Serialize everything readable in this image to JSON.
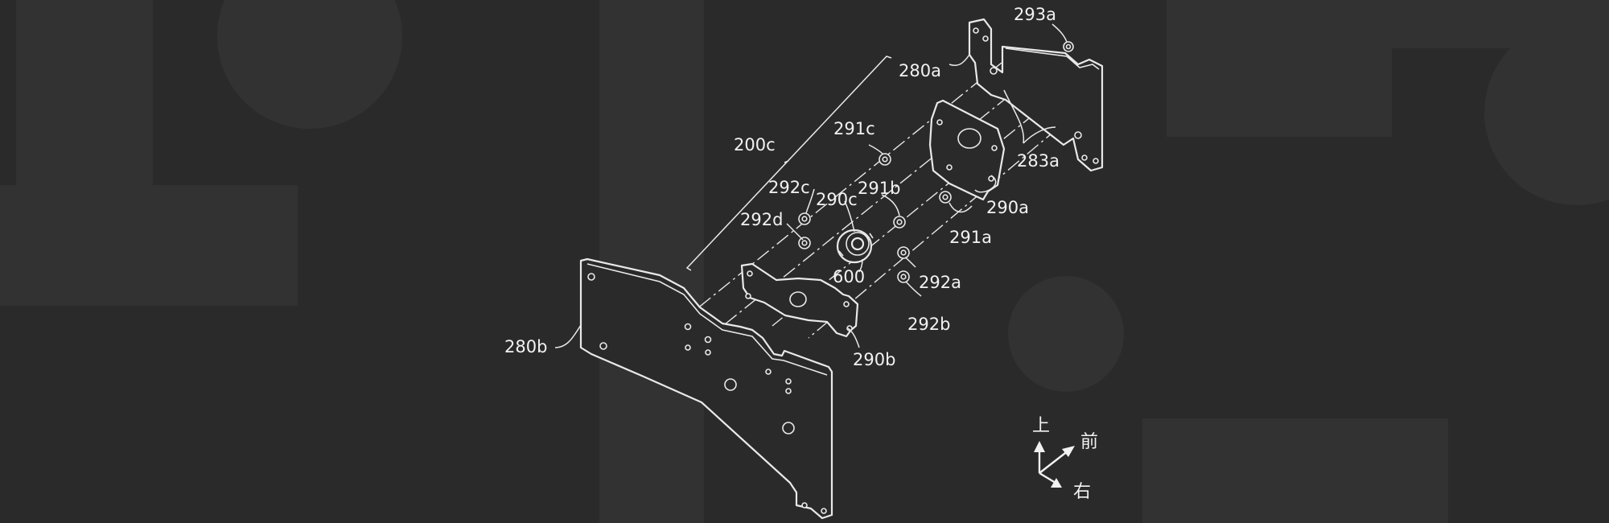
{
  "labels": {
    "l293a": "293a",
    "l280a": "280a",
    "l200c": "200c",
    "l291c": "291c",
    "l283a": "283a",
    "l292c": "292c",
    "l290c": "290c",
    "l291b": "291b",
    "l290a": "290a",
    "l292d": "292d",
    "l291a": "291a",
    "l600": "600",
    "l292a": "292a",
    "l292b": "292b",
    "l280b": "280b",
    "l290b": "290b"
  },
  "directions": {
    "up": "上",
    "front": "前",
    "right": "右"
  }
}
